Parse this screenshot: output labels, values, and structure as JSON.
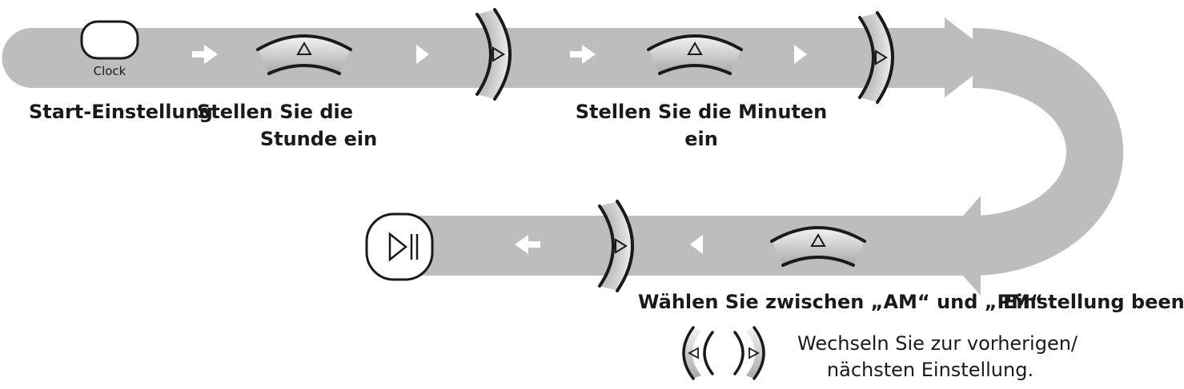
{
  "colors": {
    "track": "#bdbdbd",
    "track_light": "#d7d7d7",
    "outline": "#1a1a1a",
    "text": "#1a1a1a",
    "button_fill": "#ffffff",
    "arrow_glyph": "#ffffff"
  },
  "buttons": {
    "clock": {
      "label": "Clock",
      "icon": "clock-button-icon"
    },
    "play_pause": {
      "icon": "play-pause-icon"
    },
    "up": {
      "icon": "up-arrow-icon"
    },
    "right": {
      "icon": "right-bracket-icon"
    },
    "left_right": {
      "icon": "left-right-bracket-icon"
    }
  },
  "steps": [
    {
      "id": "start",
      "label": "Start-Einstellung"
    },
    {
      "id": "hour",
      "label_line1": "Stellen Sie die",
      "label_line2": "Stunde ein"
    },
    {
      "id": "minute",
      "label_line1": "Stellen Sie die Minuten",
      "label_line2": "ein"
    },
    {
      "id": "ampm",
      "label": "Wählen Sie zwischen „AM“ und „PM“"
    },
    {
      "id": "end",
      "label": "Einstellung beenden"
    }
  ],
  "legend": {
    "line1": "Wechseln Sie zur vorherigen/",
    "line2": "nächsten Einstellung."
  }
}
